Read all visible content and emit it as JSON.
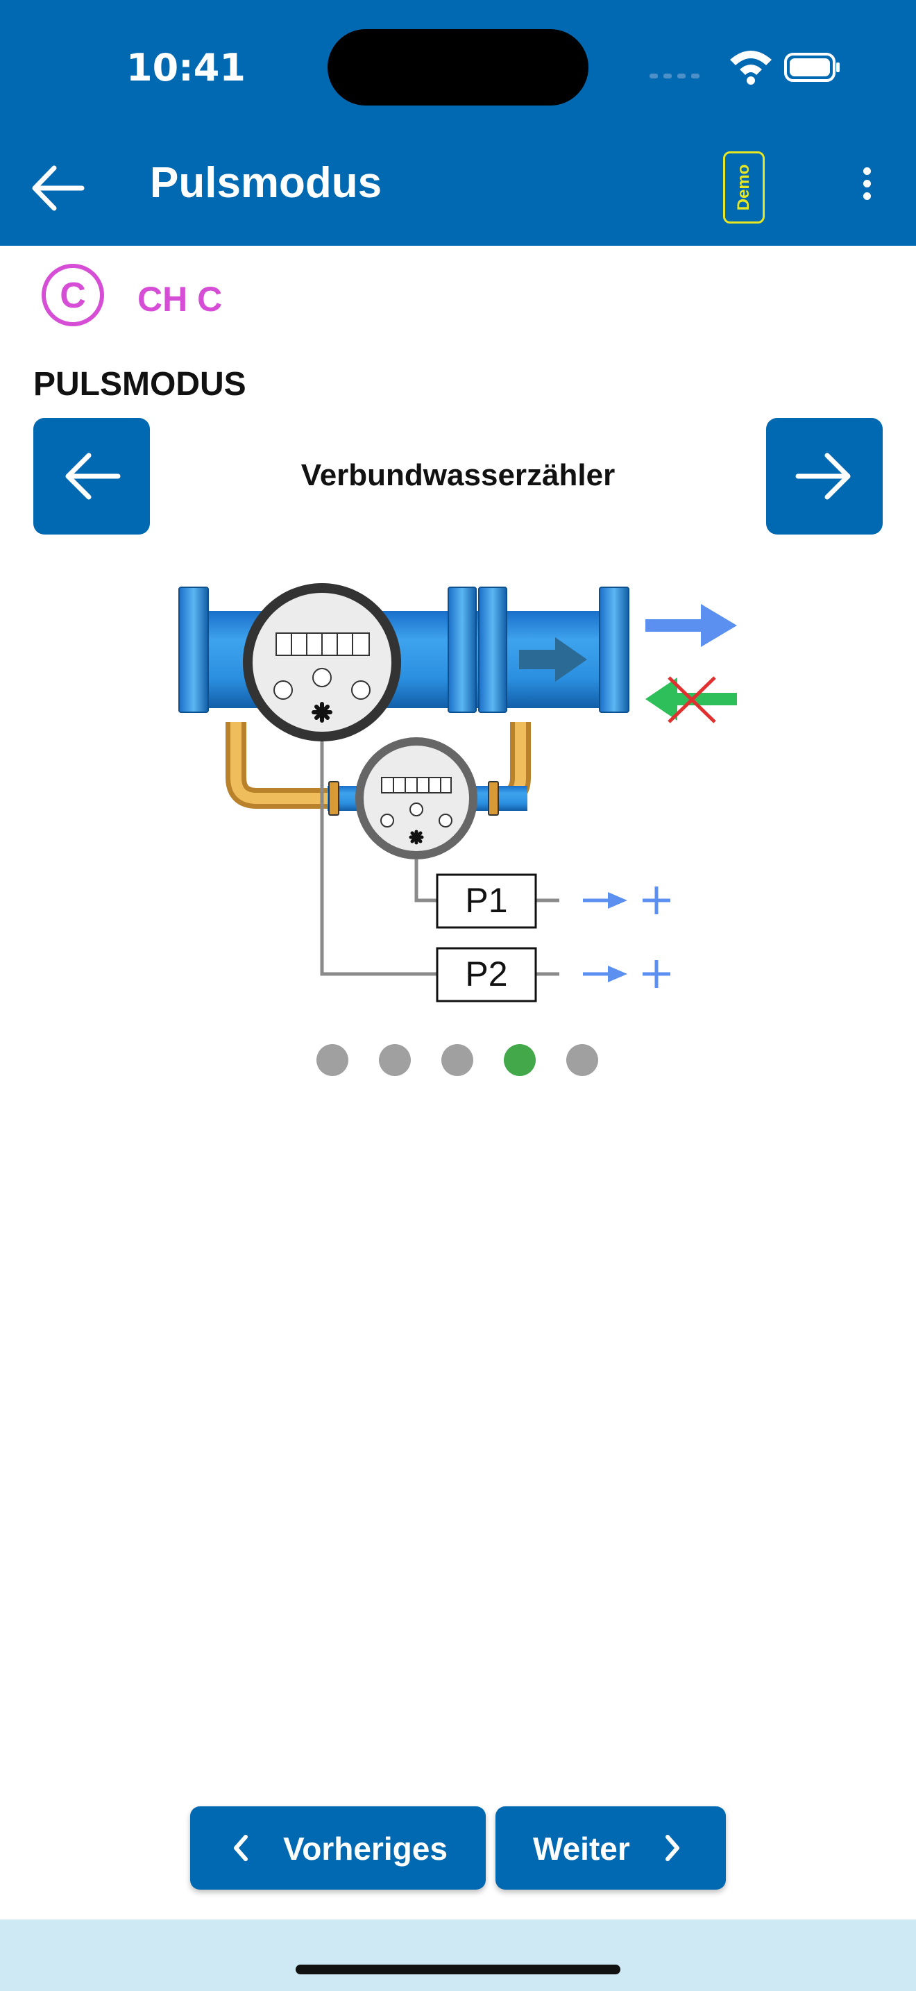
{
  "status": {
    "time": "10:41"
  },
  "appbar": {
    "title": "Pulsmodus",
    "demo_badge": "Demo"
  },
  "channel": {
    "icon_letter": "C",
    "label": "CH C"
  },
  "section": {
    "title": "PULSMODUS"
  },
  "carousel": {
    "title": "Verbundwasserzähler",
    "pulse_labels": [
      "P1",
      "P2"
    ],
    "page_count": 5,
    "active_page": 4
  },
  "buttons": {
    "previous": "Vorheriges",
    "next": "Weiter"
  },
  "colors": {
    "primary": "#0069b1",
    "channel": "#d64ed6",
    "active_dot": "#43a84a",
    "demo": "#e6e622"
  }
}
